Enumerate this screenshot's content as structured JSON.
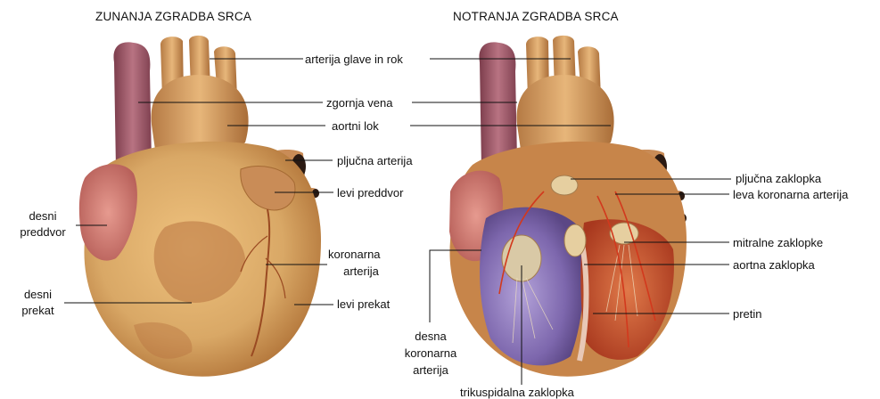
{
  "titles": {
    "left": "ZUNANJA ZGRADBA SRCA",
    "right": "NOTRANJA ZGRADBA SRCA"
  },
  "labels": {
    "arterija_glave_in_rok": "arterija glave in rok",
    "zgornja_vena": "zgornja vena",
    "aortni_lok": "aortni lok",
    "pljucna_arterija": "pljučna arterija",
    "levi_preddvor": "levi preddvor",
    "koronarna_arterija_1": "koronarna",
    "koronarna_arterija_2": "arterija",
    "levi_prekat": "levi prekat",
    "desni_preddvor_1": "desni",
    "desni_preddvor_2": "preddvor",
    "desni_prekat_1": "desni",
    "desni_prekat_2": "prekat",
    "pljucna_zaklopka": "pljučna zaklopka",
    "leva_koronarna_arterija": "leva koronarna arterija",
    "mitralne_zaklopke": "mitralne zaklopke",
    "aortna_zaklopka": "aortna zaklopka",
    "pretin": "pretin",
    "desna_koronarna_1": "desna",
    "desna_koronarna_2": "koronarna",
    "desna_koronarna_3": "arterija",
    "trikuspidalna_zaklopka": "trikuspidalna zaklopka"
  },
  "colors": {
    "heart_flesh": "#d9a866",
    "heart_dark": "#b8753a",
    "vessel_purple": "#a3606f",
    "inner_purple": "#8a77b8",
    "inner_red": "#c9502e",
    "leader_line": "#111111"
  }
}
